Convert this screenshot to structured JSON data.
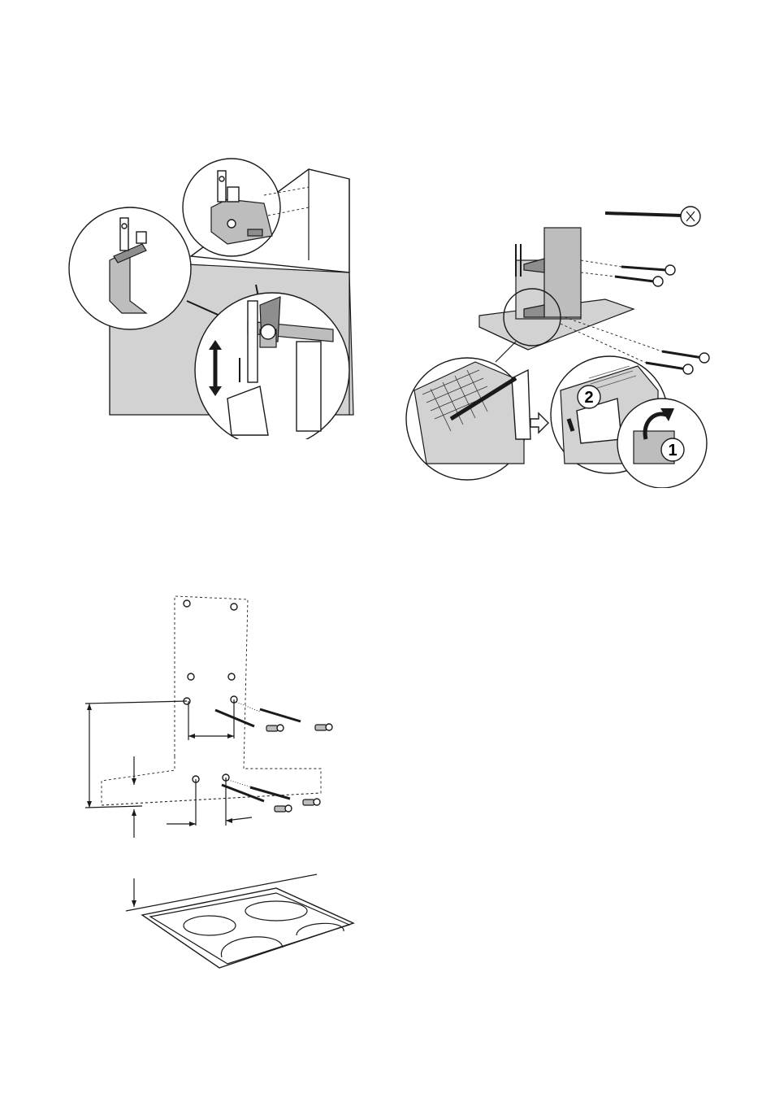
{
  "figures": [
    {
      "id": "fig-chimney-brackets",
      "callouts": []
    },
    {
      "id": "fig-hood-chimney-mount",
      "callouts": [
        "2",
        "1"
      ]
    },
    {
      "id": "fig-wall-drilling-template",
      "callouts": []
    }
  ],
  "colors": {
    "line": "#1a1a1a",
    "panel_grey": "#d2d2d2",
    "metal_mid": "#bdbdbd",
    "metal_dark": "#8e8e8e"
  }
}
